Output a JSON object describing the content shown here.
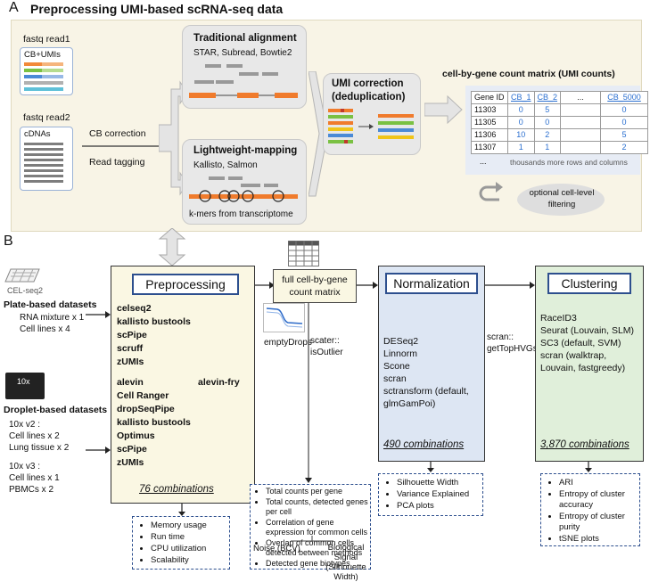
{
  "panelA": {
    "letter": "A",
    "title": "Preprocessing UMI-based scRNA-seq data",
    "read1_label": "fastq read1",
    "read1_box": "CB+UMIs",
    "read2_label": "fastq read2",
    "read2_box": "cDNAs",
    "cb_correction": "CB correction",
    "read_tagging": "Read tagging",
    "traditional_title": "Traditional alignment",
    "traditional_tools": "STAR, Subread, Bowtie2",
    "lightweight_title": "Lightweight-mapping",
    "lightweight_tools": "Kallisto, Salmon",
    "kmers": "k-mers from transcriptome",
    "umi_title_1": "UMI correction",
    "umi_title_2": "(deduplication)",
    "matrix_title": "cell-by-gene count matrix (UMI counts)",
    "matrix_header": [
      "Gene ID",
      "CB_1",
      "CB_2",
      "...",
      "CB_5000"
    ],
    "matrix_rows": [
      [
        "11303",
        "0",
        "5",
        "",
        "0"
      ],
      [
        "11305",
        "0",
        "0",
        "",
        "0"
      ],
      [
        "11306",
        "10",
        "2",
        "",
        "5"
      ],
      [
        "11307",
        "1",
        "1",
        "",
        "2"
      ]
    ],
    "matrix_footer_dots": "...",
    "matrix_footer": "thousands more rows and columns",
    "optional_filter": "optional cell-level filtering"
  },
  "panelB": {
    "letter": "B",
    "celseq_label": "CEL-seq2",
    "plate_title": "Plate-based datasets",
    "plate_items": [
      "RNA mixture x 1",
      "Cell lines x 4"
    ],
    "tenx_label": "10x",
    "droplet_title": "Droplet-based datasets",
    "v2_label": "10x v2 :",
    "v2_items": [
      "Cell lines x 2",
      "Lung tissue x 2"
    ],
    "v3_label": "10x v3 :",
    "v3_items": [
      "Cell lines x 1",
      "PBMCs x 2"
    ],
    "preprocessing": {
      "title": "Preprocessing",
      "plate_tools": [
        "celseq2",
        "kallisto bustools",
        "scPipe",
        "scruff",
        "zUMIs"
      ],
      "droplet_tools": [
        "alevin",
        "Cell Ranger",
        "dropSeqPipe",
        "kallisto bustools",
        "Optimus",
        "scPipe",
        "zUMIs"
      ],
      "droplet_extra": "alevin-fry",
      "combinations": "76 combinations",
      "metrics": [
        "Memory usage",
        "Run time",
        "CPU utilization",
        "Scalability"
      ]
    },
    "full_matrix": "full cell-by-gene count matrix",
    "empty_drops": "emptyDrops",
    "qc_items": [
      "Total counts per gene",
      "Total counts, detected genes per cell",
      "Correlation of gene expression for common cells",
      "Overlap of common cells detected between methods",
      "Detected gene biotypes"
    ],
    "noise_label": "Noise (BCV)",
    "signal_label": "Biological Signal (Silhouette Width)",
    "scater_label": "scater:: isOutlier",
    "normalization": {
      "title": "Normalization",
      "tools": [
        "DESeq2",
        "Linnorm",
        "Scone",
        "scran",
        "sctransform (default, glmGamPoi)"
      ],
      "combinations": "490 combinations",
      "metrics": [
        "Silhouette Width",
        "Variance Explained",
        "PCA plots"
      ]
    },
    "scran_label": "scran:: getTopHVGs",
    "clustering": {
      "title": "Clustering",
      "tools": [
        "RaceID3",
        "Seurat (Louvain, SLM)",
        "SC3 (default, SVM)",
        "scran (walktrap, Louvain, fastgreedy)"
      ],
      "combinations": "3,870 combinations",
      "metrics": [
        "ARI",
        "Entropy of cluster accuracy",
        "Entropy of cluster purity",
        "tSNE plots"
      ]
    }
  },
  "colors": {
    "panelA_bg": "#f8f4e6",
    "prep_bg": "#faf7e3",
    "norm_bg": "#dde6f3",
    "clus_bg": "#e0efda",
    "title_border": "#2d4f8e",
    "orange": "#f07b2c",
    "blue_value": "#2a6fd0"
  }
}
